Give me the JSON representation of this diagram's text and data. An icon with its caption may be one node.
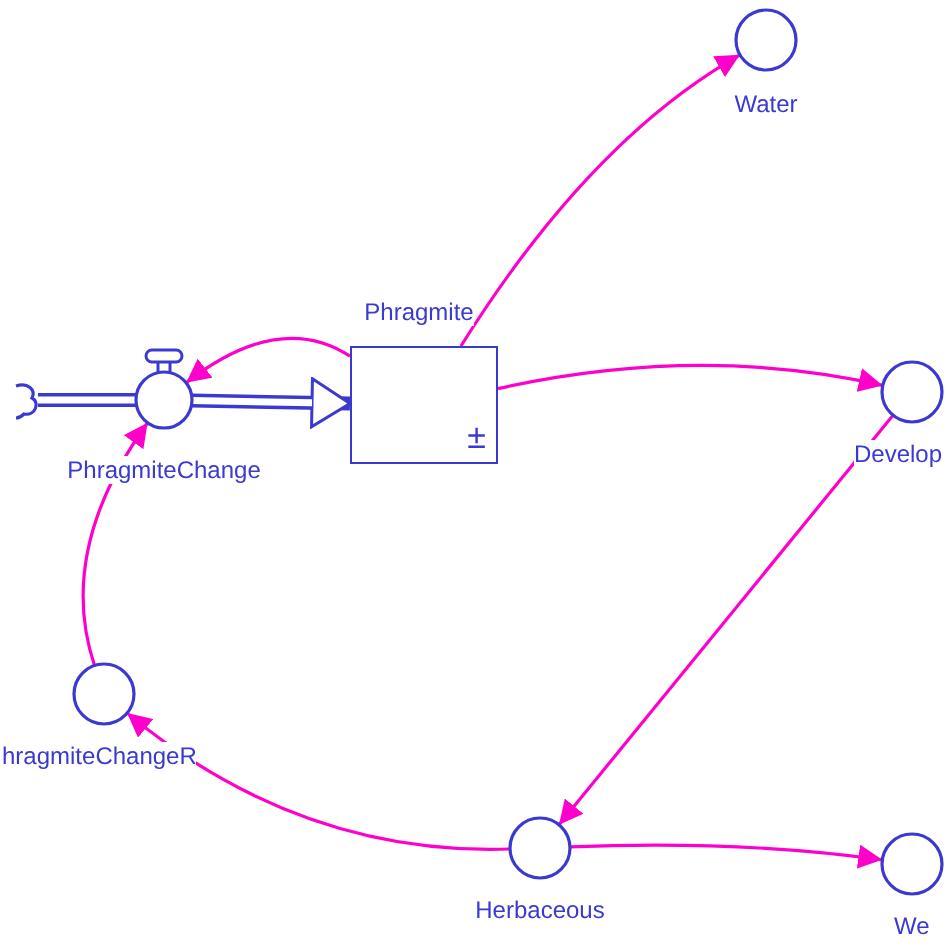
{
  "diagram": {
    "nodes": [
      {
        "text": [
          "Phragmite",
          "±"
        ]
      },
      {
        "text": [],
        "shape": "cloud"
      },
      {
        "text": [
          "PhragmiteChange"
        ]
      },
      {
        "text": [
          "Water"
        ]
      },
      {
        "text": [
          "Develop"
        ]
      },
      {
        "text": [
          "hragmiteChangeR"
        ]
      },
      {
        "text": [
          "Herbaceous"
        ]
      },
      {
        "text": [
          "We"
        ]
      }
    ],
    "edges": [
      {
        "from": 1,
        "to": 2,
        "arrow": "none",
        "style": "thick",
        "color": "#3a3ad0"
      },
      {
        "from": 2,
        "to": 0,
        "arrow": "to",
        "style": "thick",
        "color": "#3a3ad0"
      },
      {
        "from": 0,
        "to": 2,
        "arrow": "to"
      },
      {
        "from": 0,
        "to": 3,
        "arrow": "to"
      },
      {
        "from": 0,
        "to": 4,
        "arrow": "to"
      },
      {
        "from": 4,
        "to": 6,
        "arrow": "to"
      },
      {
        "from": 6,
        "to": 5,
        "arrow": "to"
      },
      {
        "from": 5,
        "to": 2,
        "arrow": "to"
      },
      {
        "from": 6,
        "to": 7,
        "arrow": "to"
      }
    ]
  }
}
